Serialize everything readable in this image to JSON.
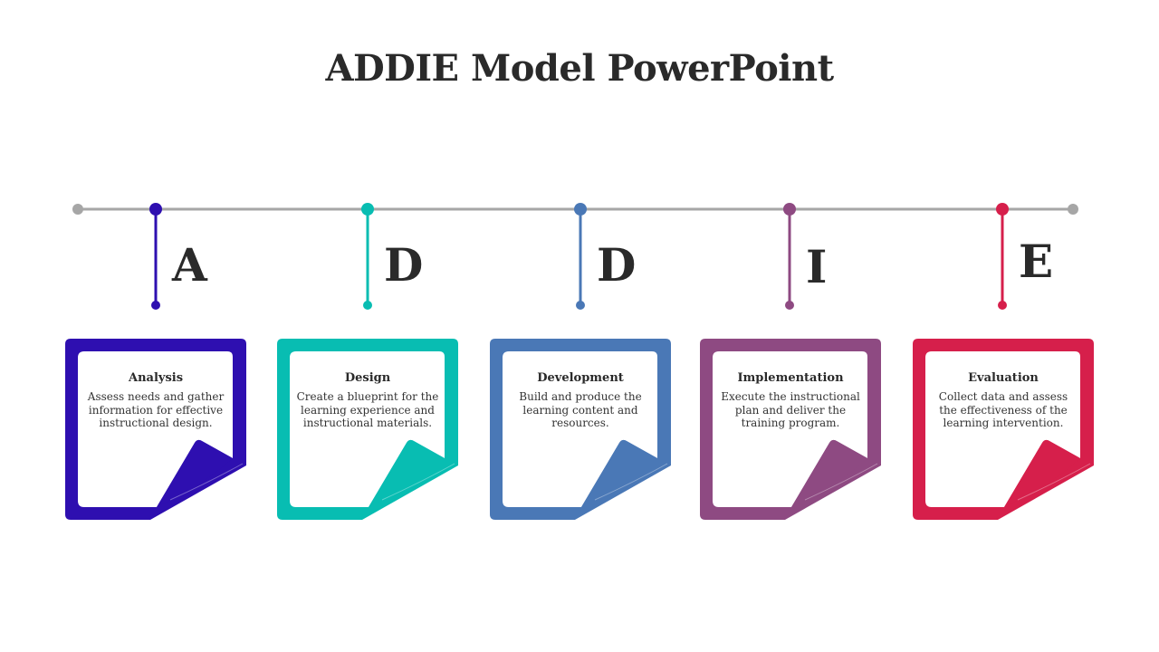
{
  "slide": {
    "title": "ADDIE Model PowerPoint"
  },
  "colors": {
    "line": "#a6a6a6",
    "text": "#2a2a2a"
  },
  "steps": [
    {
      "letter": "A",
      "title": "Analysis",
      "description": "Assess needs and gather information for effective instructional design.",
      "color": "#2e0fb0"
    },
    {
      "letter": "D",
      "title": "Design",
      "description": "Create a blueprint for the learning experience and instructional materials.",
      "color": "#08bdb2"
    },
    {
      "letter": "D",
      "title": "Development",
      "description": "Build and produce the learning content and resources.",
      "color": "#4a78b6"
    },
    {
      "letter": "I",
      "title": "Implementation",
      "description": "Execute the instructional plan and deliver the training program.",
      "color": "#8e4a82"
    },
    {
      "letter": "E",
      "title": "Evaluation",
      "description": "Collect data and assess the effectiveness of the learning intervention.",
      "color": "#d61f4b"
    }
  ]
}
